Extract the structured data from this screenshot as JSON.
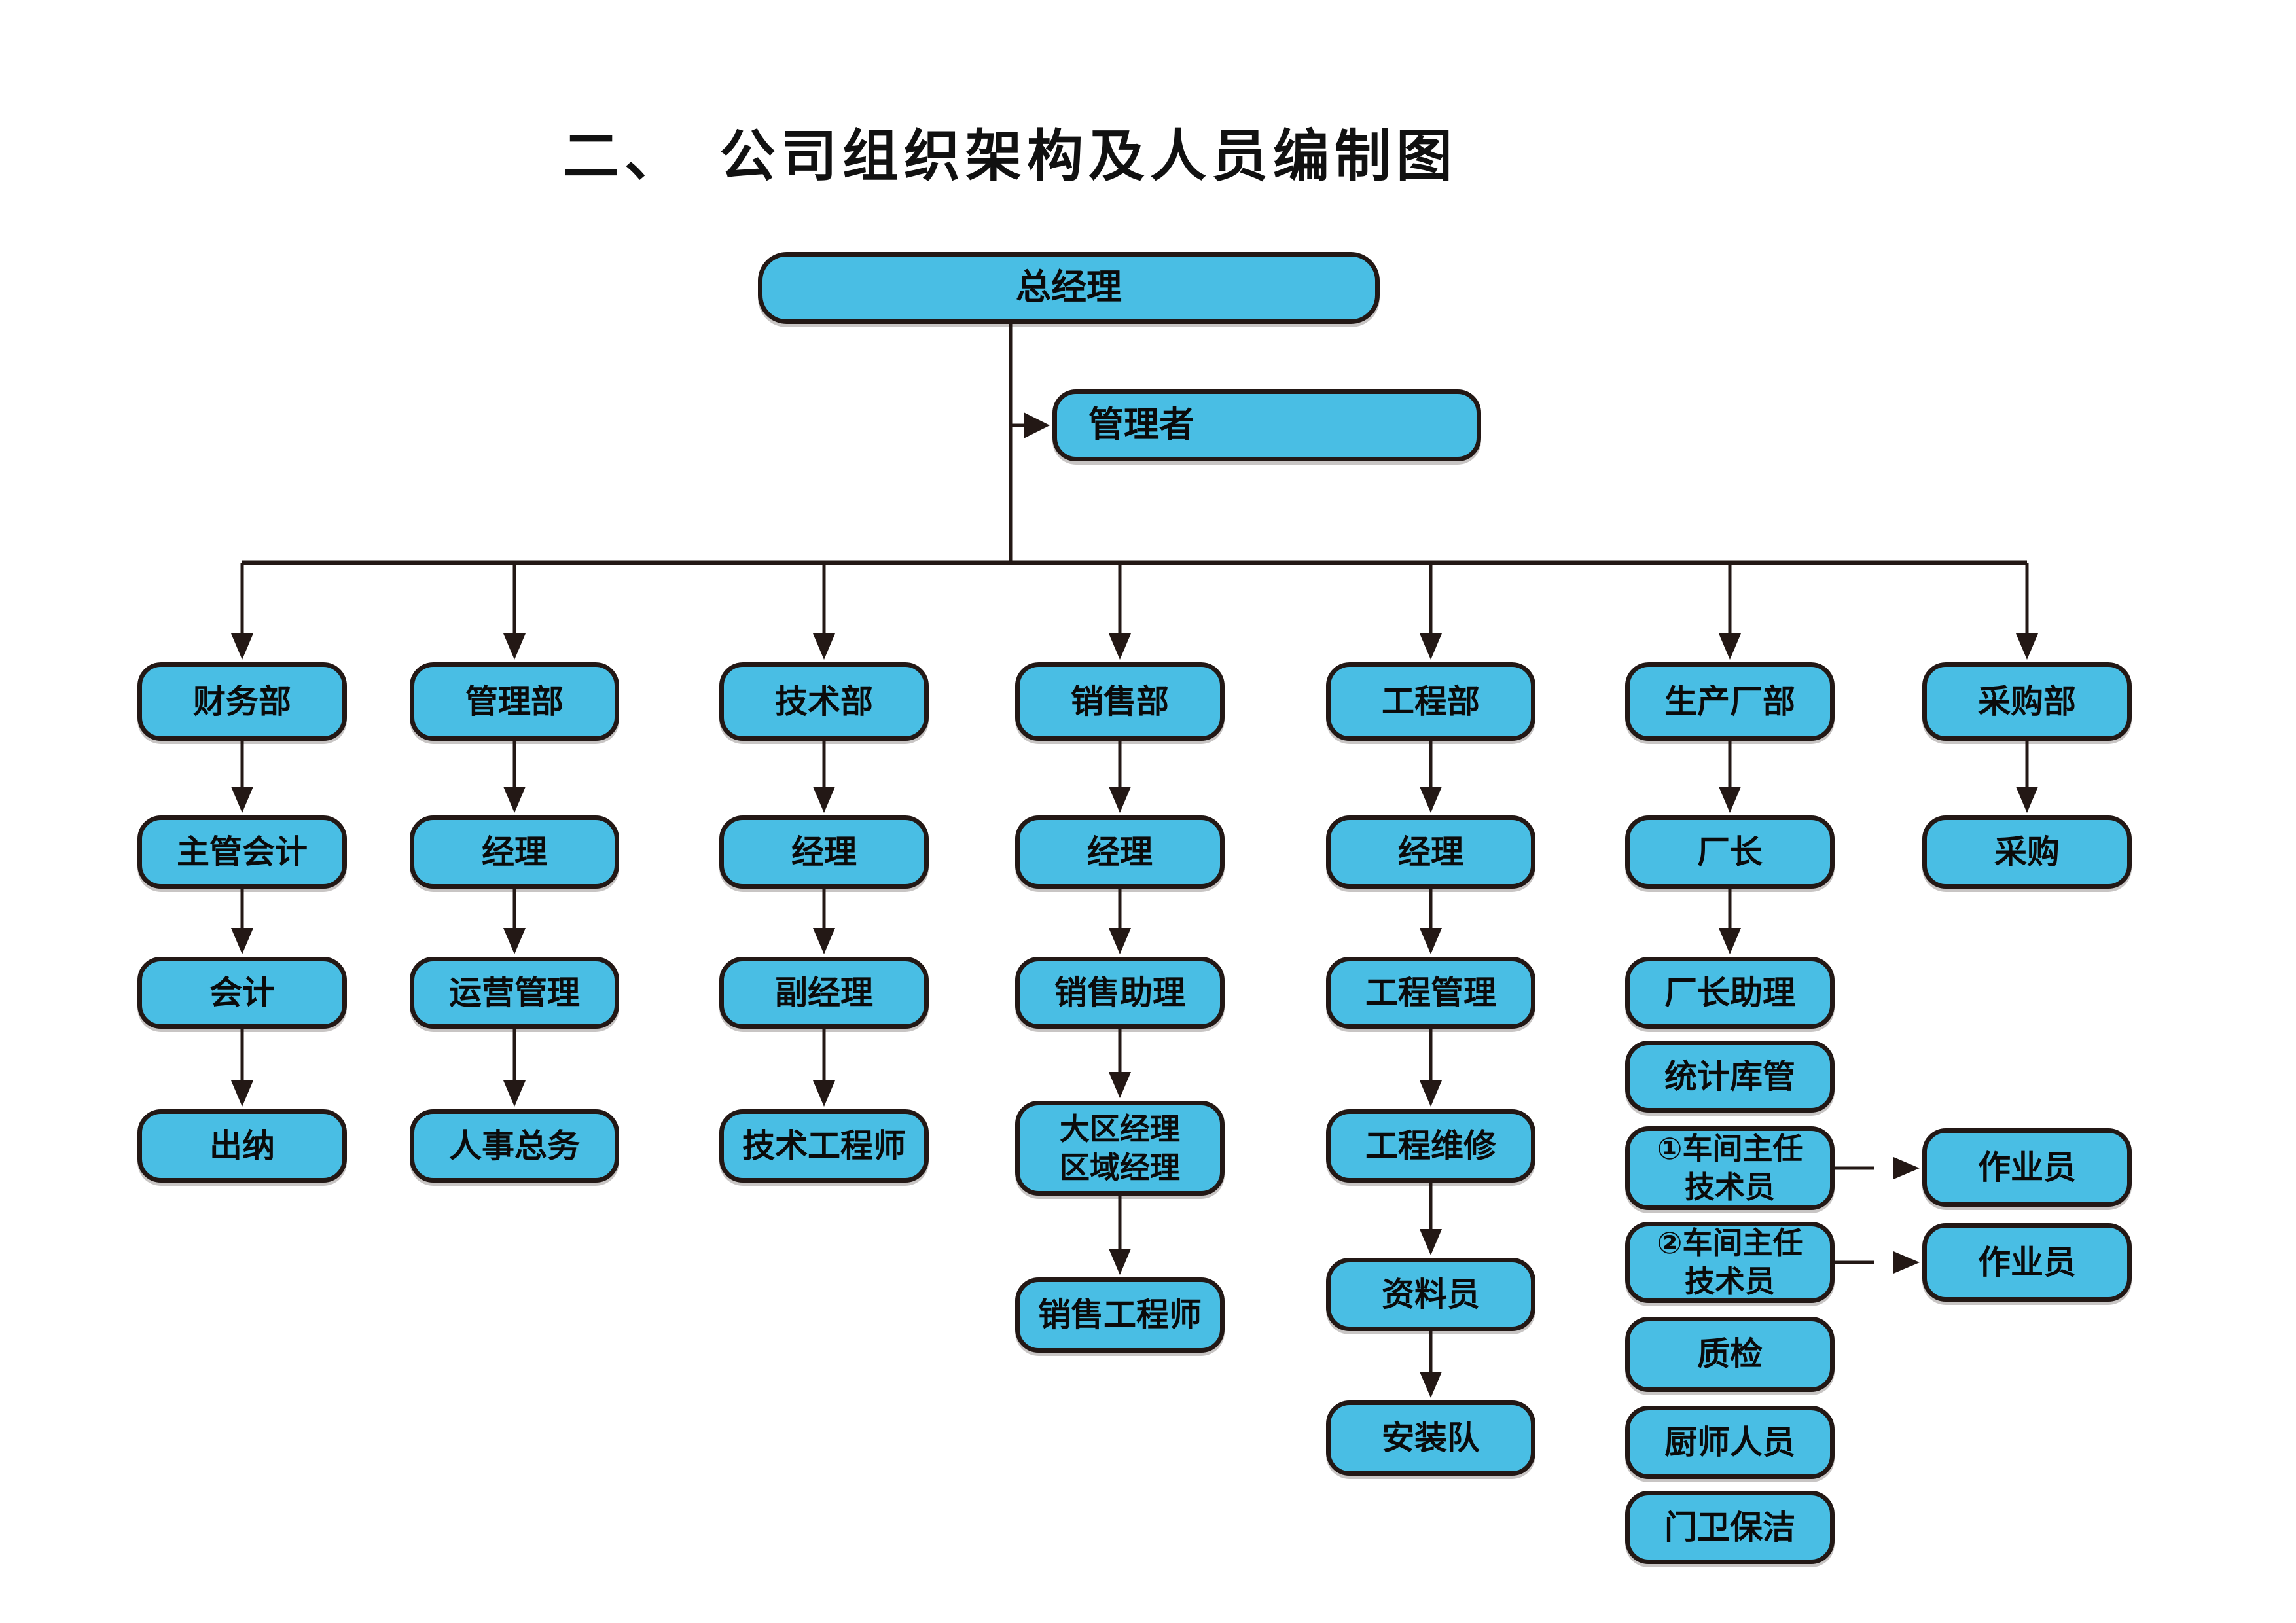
{
  "title": "二、　公司组织架构及人员编制图",
  "colors": {
    "box_fill": "#49BEE4",
    "box_border": "#231815",
    "connector": "#231815",
    "text": "#0b0b0b",
    "background": "#ffffff"
  },
  "org": {
    "root": "总经理",
    "staff": "管理者",
    "columns": [
      {
        "dept": "财务部",
        "chain": [
          "主管会计",
          "会计",
          "出纳"
        ]
      },
      {
        "dept": "管理部",
        "chain": [
          "经理",
          "运营管理",
          "人事总务"
        ]
      },
      {
        "dept": "技术部",
        "chain": [
          "经理",
          "副经理",
          "技术工程师"
        ]
      },
      {
        "dept": "销售部",
        "chain": [
          "经理",
          "销售助理",
          "大区经理\n区域经理",
          "销售工程师"
        ]
      },
      {
        "dept": "工程部",
        "chain": [
          "经理",
          "工程管理",
          "工程维修",
          "资料员",
          "安装队"
        ]
      },
      {
        "dept": "生产厂部",
        "chain": [
          "厂长",
          "厂长助理",
          "统计库管",
          "①车间主任\n技术员",
          "②车间主任\n技术员",
          "质检",
          "厨师人员",
          "门卫保洁"
        ],
        "workers": [
          "作业员",
          "作业员"
        ]
      },
      {
        "dept": "采购部",
        "chain": [
          "采购"
        ]
      }
    ]
  }
}
